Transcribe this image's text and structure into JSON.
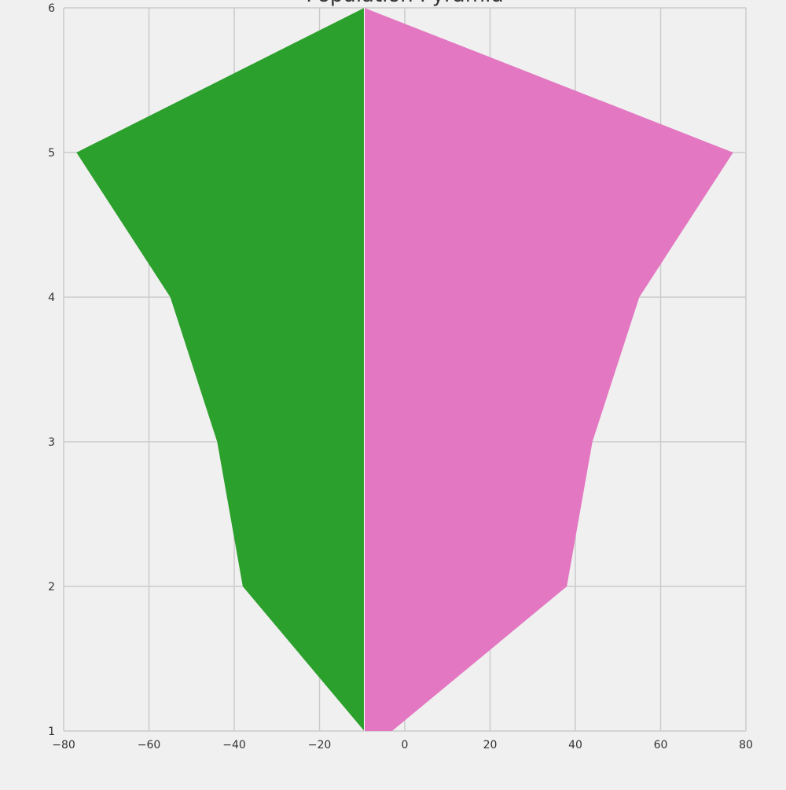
{
  "chart_data": {
    "type": "area",
    "title": "Population Pyramid",
    "xlabel": "",
    "ylabel": "",
    "xlim": [
      -80,
      80
    ],
    "ylim": [
      1,
      6
    ],
    "x_ticks": [
      -80,
      -60,
      -40,
      -20,
      0,
      20,
      40,
      60,
      80
    ],
    "x_tick_labels": [
      "−80",
      "−60",
      "−40",
      "−20",
      "0",
      "20",
      "40",
      "60",
      "80"
    ],
    "y_ticks": [
      1,
      2,
      3,
      4,
      5,
      6
    ],
    "y_tick_labels": [
      "1",
      "2",
      "3",
      "4",
      "5",
      "6"
    ],
    "grid": true,
    "baseline": -9.5,
    "series": [
      {
        "color": "#2ca02c",
        "y": [
          1,
          2,
          3,
          4,
          5,
          6
        ],
        "x": [
          -9.5,
          -38,
          -44,
          -55,
          -77,
          -9.5
        ]
      },
      {
        "color": "#e377c2",
        "y": [
          1,
          2,
          3,
          4,
          5,
          6
        ],
        "x": [
          -3,
          38,
          44,
          55,
          77,
          -9.5
        ]
      }
    ]
  }
}
